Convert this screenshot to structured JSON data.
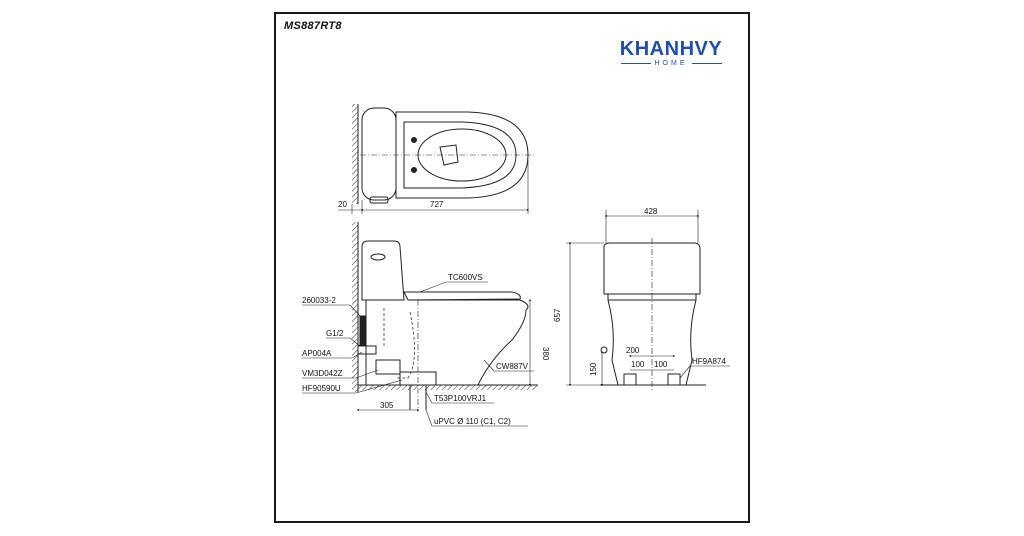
{
  "model": "MS887RT8",
  "brand": {
    "name": "KHANHVY",
    "sub": "HOME",
    "color": "#1f4fa8"
  },
  "dimensions": {
    "wall_gap": "20",
    "length": "727",
    "width": "428",
    "height": "657",
    "seat_height": "380",
    "rough_in": "305",
    "outlet_height": "150",
    "bolt_span": "200",
    "bolt_half_left": "100",
    "bolt_half_right": "100"
  },
  "parts": {
    "seat": "TC600VS",
    "valve": "260033-2",
    "inlet": "G1/2",
    "stop_valve": "AP004A",
    "hose": "VM3D042Z",
    "flange": "HF90590U",
    "bowl": "CW887V",
    "drain": "T53P100VRJ1",
    "pipe": "uPVC Ø 110 (C1, C2)",
    "fixing": "HF9A874"
  }
}
